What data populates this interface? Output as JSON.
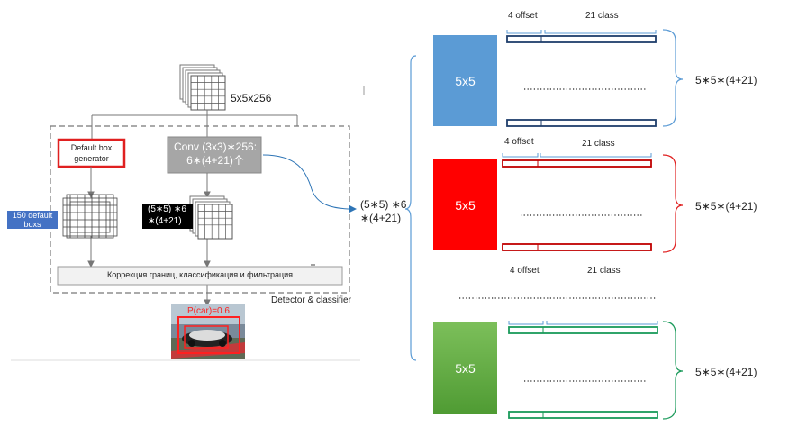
{
  "left": {
    "feature_map_label": "5x5x256",
    "default_box_generator": "Default box generator",
    "conv_label": "Conv (3x3)∗256:\n6∗(4+21)个",
    "default_boxes_label": "150 default boxs",
    "black_label": "(5∗5) ∗6\n∗(4+21)",
    "correction_bar": "Коррекция границ, классификация и фильтрация",
    "detector_classifier": "Detector & classifier",
    "car_prob": "P(car)=0.6"
  },
  "middle": {
    "output_size": "(5∗5) ∗6\n∗(4+21)"
  },
  "right": {
    "blocks": [
      {
        "square": "5x5",
        "offset": "4 offset",
        "class": "21 class",
        "result": "5∗5∗(4+21)",
        "color": "#5b9bd5",
        "border": "#1f3e6b"
      },
      {
        "square": "5x5",
        "offset": "4 offset",
        "class": "21 class",
        "result": "5∗5∗(4+21)",
        "color": "#ff0000",
        "border": "#c00000"
      },
      {
        "square": "5x5",
        "offset": "4 offset",
        "class": "21 class",
        "result": "5∗5∗(4+21)",
        "color": "#6ab04c",
        "border": "#1a9a5a"
      }
    ]
  },
  "colors": {
    "blue": "#5b9bd5",
    "red": "#ff0000",
    "green": "#6ab04c",
    "grey_box": "#a6a6a6",
    "bar_fill": "#f2f2f2"
  }
}
